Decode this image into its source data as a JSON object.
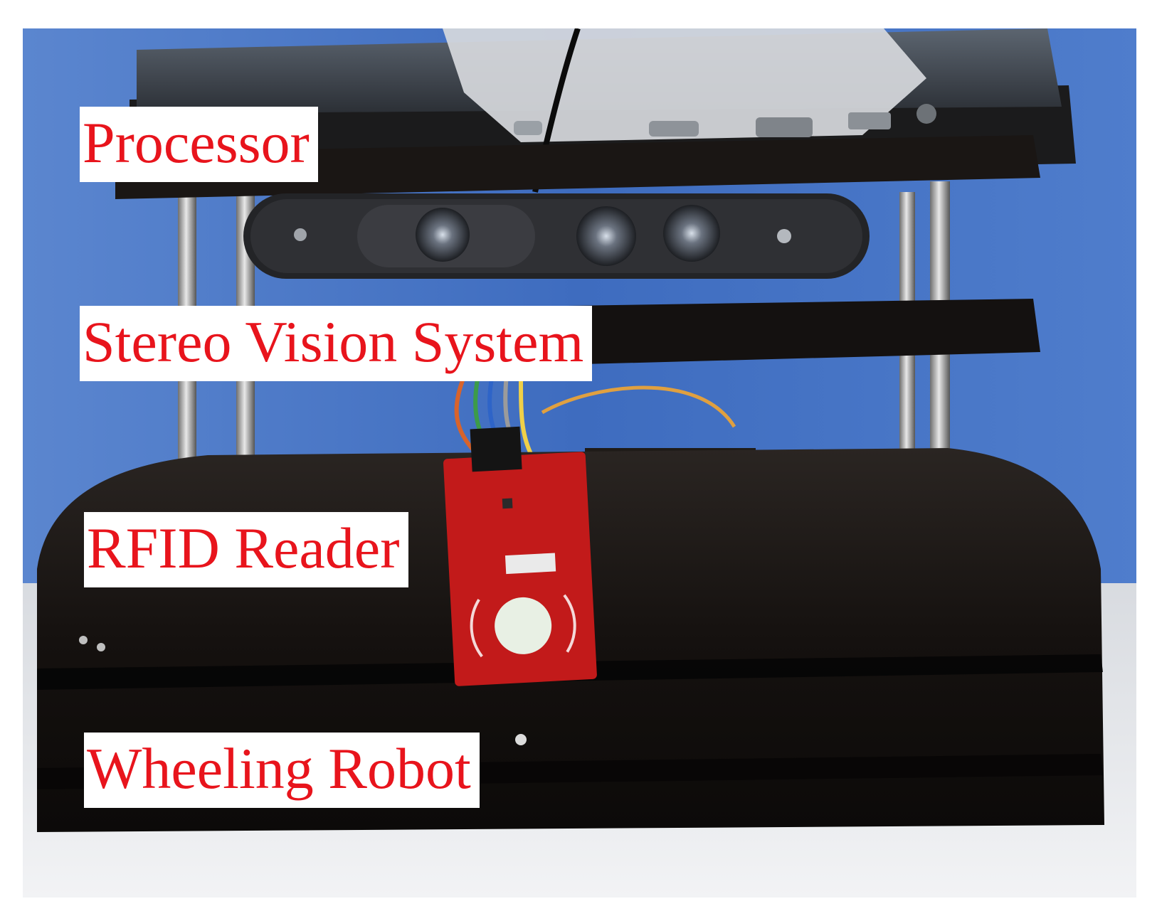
{
  "labels": {
    "processor": "Processor",
    "stereo_vision": "Stereo Vision System",
    "rfid_reader": "RFID Reader",
    "wheeling_robot": "Wheeling Robot"
  },
  "colors": {
    "label_text": "#e8141c",
    "label_bg": "#ffffff",
    "backdrop": "#3d6fc0",
    "robot_body": "#141210",
    "rfid_board": "#c21a1a"
  }
}
